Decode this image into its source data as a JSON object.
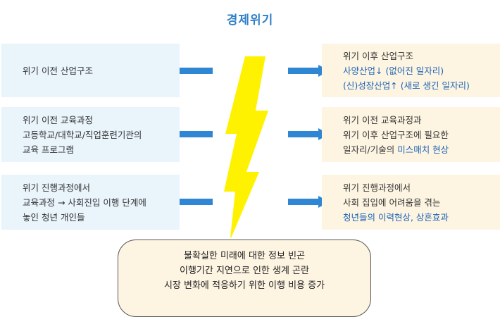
{
  "title": "경제위기",
  "left_boxes": [
    {
      "lines": [
        "위기 이전 산업구조"
      ]
    },
    {
      "lines": [
        "위기 이전 교육과정",
        "고등학교/대학교/직업훈련기관의",
        "교육 프로그램"
      ]
    },
    {
      "lines": [
        "위기 진행과정에서",
        "교육과정 → 사회진입 이행 단계에",
        "놓인 청년 개인들"
      ]
    }
  ],
  "right_boxes": [
    {
      "line1": "위기 이후 산업구조",
      "line2": "사양산업↓ (없어진 일자리)",
      "line3": "(신)성장산업↑ (새로 생긴 일자리)"
    },
    {
      "line1": "위기 이전 교육과정과",
      "line2": "위기 이후 산업구조에 필요한",
      "line3_plain": "일자리/기술의 ",
      "line3_highlight": "미스매치 현상"
    },
    {
      "line1": "위기 진행과정에서",
      "line2": "사회 집입에 어려움을 겪는",
      "line3": "청년들의 이력현상, 상흔효과"
    }
  ],
  "bottom_box": {
    "lines": [
      "불확실한 미래에 대한 정보 빈곤",
      "이행기간 지연으로 인한 생계 곤란",
      "시장 변화에 적응하기 위한 이행 비용 증가"
    ]
  },
  "colors": {
    "title": "#2f7fc6",
    "arrow": "#2f86d2",
    "bolt": "#fff200",
    "left_bg": "#e9f4fb",
    "right_bg": "#fdf4e2",
    "highlight": "#1a63b5"
  }
}
